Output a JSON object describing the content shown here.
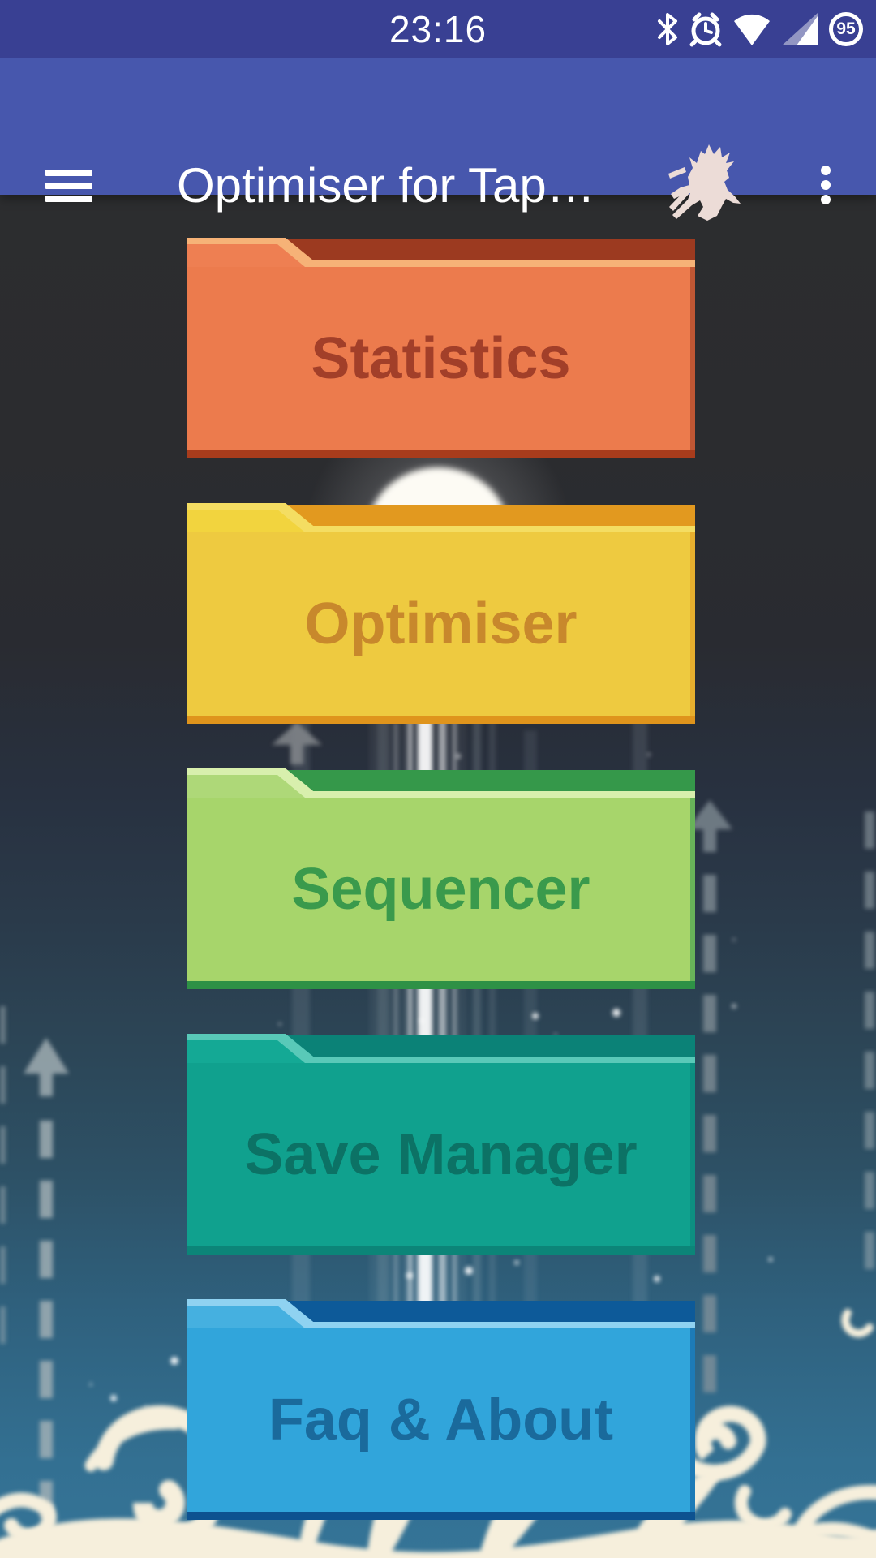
{
  "status_bar": {
    "time": "23:16",
    "battery_level": "95",
    "icons": [
      "bluetooth-icon",
      "alarm-clock-icon",
      "wifi-icon",
      "cell-signal-icon",
      "battery-circle-icon"
    ]
  },
  "app_bar": {
    "title": "Optimiser for Tap…",
    "menu_icon": "hamburger-menu-icon",
    "logo_icon": "sword-master-silhouette-icon",
    "overflow_icon": "overflow-menu-icon"
  },
  "menu_buttons": [
    {
      "label": "Statistics",
      "colors": {
        "edge": "#f6b277",
        "tab": "#ee7f52",
        "strip": "#9c3a20",
        "body": "#ec7b4d",
        "bottom": "#a83c1c",
        "text": "#a23f29"
      }
    },
    {
      "label": "Optimiser",
      "colors": {
        "edge": "#f4dd62",
        "tab": "#f2d43e",
        "strip": "#e2991f",
        "body": "#eeca40",
        "bottom": "#df941c",
        "text": "#c8882c"
      }
    },
    {
      "label": "Sequencer",
      "colors": {
        "edge": "#d8efad",
        "tab": "#aed878",
        "strip": "#35984a",
        "body": "#a7d56b",
        "bottom": "#2e9146",
        "text": "#3a9a4c"
      }
    },
    {
      "label": "Save Manager",
      "colors": {
        "edge": "#59c9b8",
        "tab": "#14a995",
        "strip": "#0b8277",
        "body": "#10a18e",
        "bottom": "#0c8578",
        "text": "#0c7265"
      }
    },
    {
      "label": "Faq & About",
      "colors": {
        "edge": "#8fd2f1",
        "tab": "#45b0e0",
        "strip": "#0d5a99",
        "body": "#31a5db",
        "bottom": "#0d5290",
        "text": "#1a6a9c"
      }
    }
  ],
  "theme": {
    "status_bar_bg": "#394093",
    "app_bar_bg": "#4757ad",
    "title_color": "#ffffff",
    "swirl_cream": "#f6efdc",
    "arrow_gray": "#a7b4b8",
    "streak_white": "#ffffff",
    "logo_cream": "#ecdcd7"
  }
}
